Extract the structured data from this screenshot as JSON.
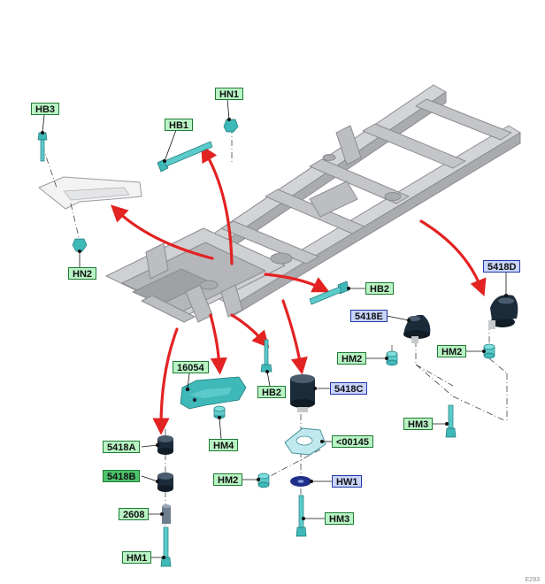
{
  "colors": {
    "arrow": "#e32222",
    "part": "#3fb8b8",
    "mount": "#1b2b3a",
    "frame": "#c8c9cc",
    "label_green_bg": "#b9f4c4",
    "label_green_border": "#1f7a35",
    "label_blue_bg": "#c8d4fb",
    "label_blue_border": "#2238a8"
  },
  "callouts": {
    "hb3": "HB3",
    "hn1": "HN1",
    "hb1": "HB1",
    "hn2": "HN2",
    "hb2_top": "HB2",
    "e5418": "5418E",
    "d5418": "5418D",
    "hm2_right": "HM2",
    "hm2_mid": "HM2",
    "hm3_right": "HM3",
    "p16054": "16054",
    "hb2_lower": "HB2",
    "c5418": "5418C",
    "hm4": "HM4",
    "p00145": "<00145",
    "a5418": "5418A",
    "b5418": "5418B",
    "hm2_low": "HM2",
    "hw1": "HW1",
    "p2608": "2608",
    "hm3_low": "HM3",
    "hm1": "HM1"
  },
  "footnote": "E293"
}
